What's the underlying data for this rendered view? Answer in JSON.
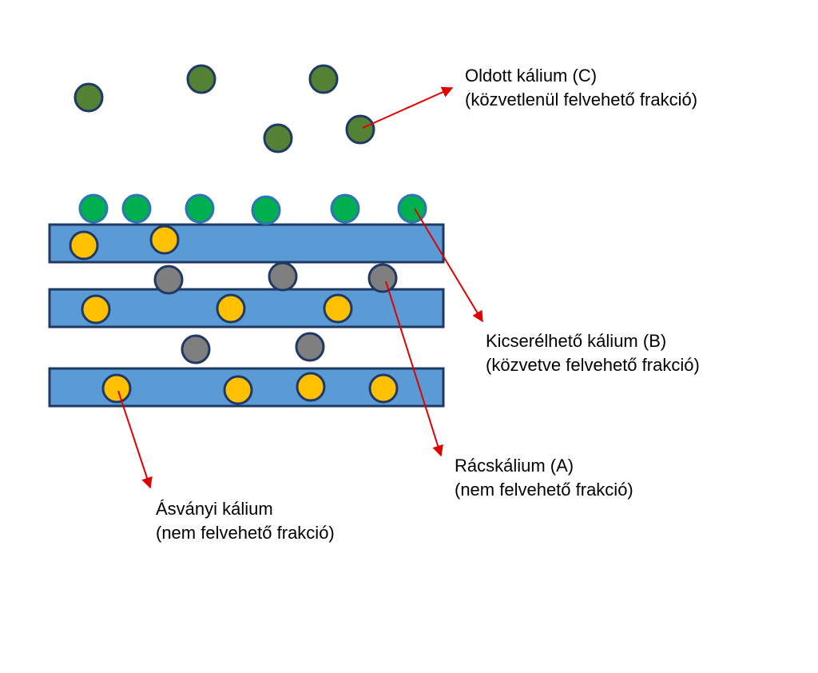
{
  "labels": {
    "dissolved": {
      "line1": "Oldott kálium (C)",
      "line2": "(közvetlenül felvehető frakció)"
    },
    "exchangeable": {
      "line1": "Kicserélhető kálium (B)",
      "line2": "(közvetve felvehető frakció)"
    },
    "lattice": {
      "line1": "Rácskálium (A)",
      "line2": "(nem felvehető frakció)"
    },
    "mineral": {
      "line1": "Ásványi kálium",
      "line2": "(nem felvehető frakció)"
    }
  },
  "colors": {
    "layer_fill": "#5b9bd5",
    "layer_stroke": "#1f3864",
    "dissolved_fill": "#548235",
    "dissolved_stroke": "#1f3864",
    "exchangeable_fill": "#00b050",
    "exchangeable_stroke": "#2e75b6",
    "interlayer_fill": "#7f7f7f",
    "interlayer_stroke": "#1f3864",
    "mineral_fill": "#ffc000",
    "mineral_stroke": "#1f3864",
    "arrow": "#e00000"
  }
}
